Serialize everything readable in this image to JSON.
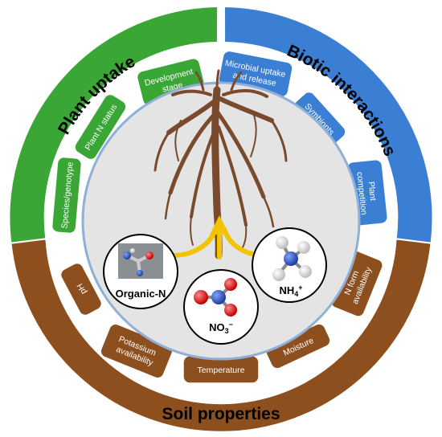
{
  "segments": {
    "plant_uptake": {
      "title": "Plant uptake",
      "color": "#3aa635",
      "factors": [
        "Species/genotype",
        "Plant N status",
        "Development stage"
      ]
    },
    "biotic_interactions": {
      "title": "Biotic interactions",
      "color": "#3b7fd4",
      "factors": [
        "Microbial uptake and release",
        "Symbionts",
        "Plant competition"
      ]
    },
    "soil_properties": {
      "title": "Soil properties",
      "color": "#8e4f1e",
      "factors": [
        "pH",
        "Potassium availability",
        "Temperature",
        "Moisture",
        "N form availability"
      ]
    }
  },
  "nitrogen_forms": {
    "organic": "Organic-N",
    "nitrate_base": "NO",
    "nitrate_sub": "3",
    "nitrate_sup": "−",
    "ammonium_base": "NH",
    "ammonium_sub": "4",
    "ammonium_sup": "+"
  },
  "colors": {
    "center_fill": "#e4e4e4",
    "center_stroke": "#8fb0d6",
    "arrow": "#f2c300",
    "root": "#7a4a2c",
    "oxygen": "#d81b1b",
    "nitrogen": "#2a52be",
    "hydrogen": "#f2f2f2"
  }
}
